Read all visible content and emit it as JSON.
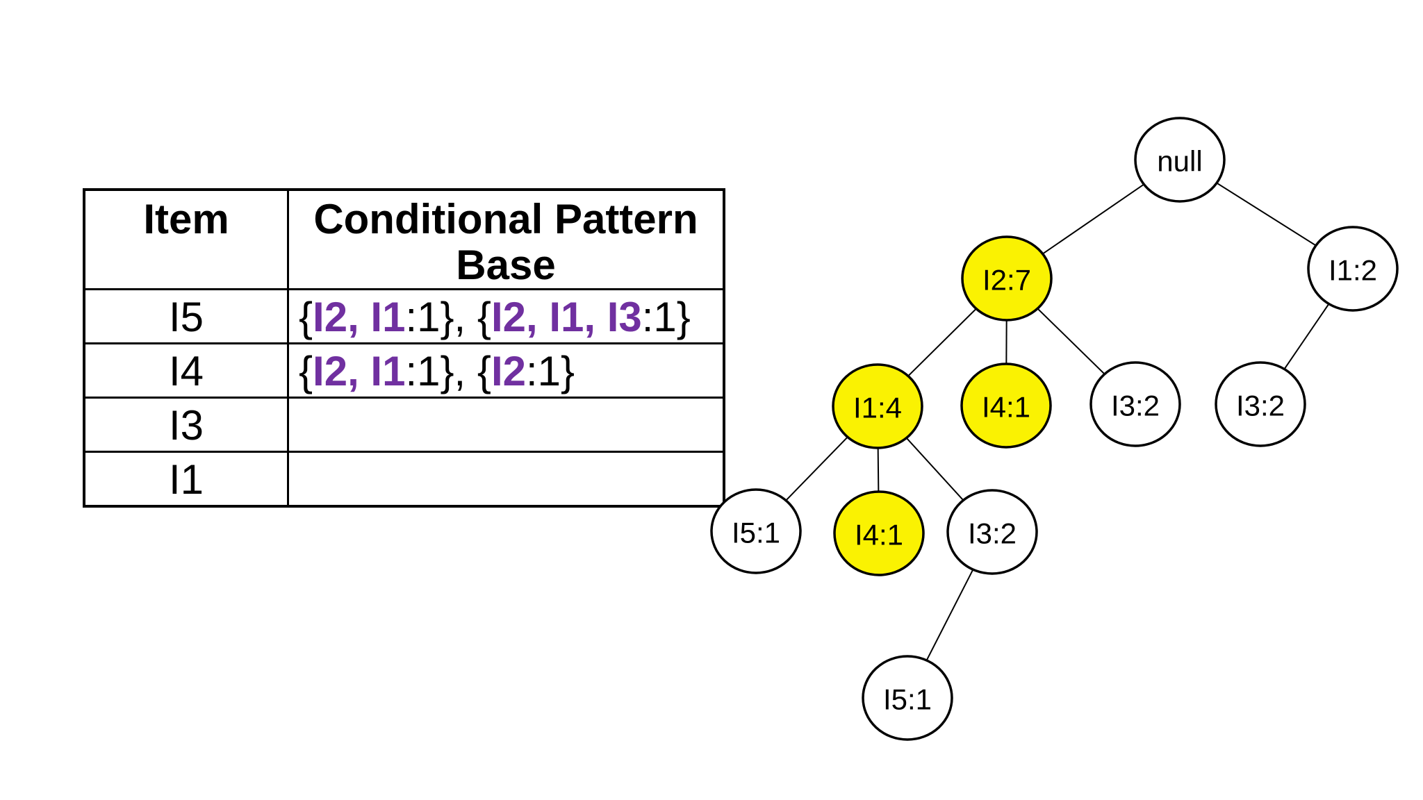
{
  "colors": {
    "highlight_yellow": "#FAF202",
    "node_white": "#FFFFFF",
    "purple_item": "#7030A0",
    "line_black": "#000000"
  },
  "table": {
    "headers": {
      "item": "Item",
      "cpb": "Conditional Pattern Base"
    },
    "rows": [
      {
        "item": "I5",
        "pattern_text": "{I2, I1:1}, {I2, I1, I3:1}",
        "pattern": [
          {
            "t": "{"
          },
          {
            "t": "I2, I1"
          },
          {
            "t": ":1}, {"
          },
          {
            "t": "I2, I1, I3"
          },
          {
            "t": ":1}"
          }
        ]
      },
      {
        "item": "I4",
        "pattern_text": "{I2, I1:1}, {I2:1}",
        "pattern": [
          {
            "t": "{"
          },
          {
            "t": "I2, I1"
          },
          {
            "t": ":1}, {"
          },
          {
            "t": "I2"
          },
          {
            "t": ":1}"
          }
        ]
      },
      {
        "item": "I3",
        "pattern_text": "",
        "pattern": []
      },
      {
        "item": "I1",
        "pattern_text": "",
        "pattern": []
      }
    ]
  },
  "tree": {
    "nodes": [
      {
        "id": "root",
        "label": "null",
        "fill": "#FFFFFF",
        "highlighted": false
      },
      {
        "id": "i2-7",
        "label": "I2:7",
        "fill": "#FAF202",
        "highlighted": true
      },
      {
        "id": "i1-2",
        "label": "I1:2",
        "fill": "#FFFFFF",
        "highlighted": false
      },
      {
        "id": "i1-4",
        "label": "I1:4",
        "fill": "#FAF202",
        "highlighted": true
      },
      {
        "id": "i4-1-mid",
        "label": "I4:1",
        "fill": "#FAF202",
        "highlighted": true
      },
      {
        "id": "i3-2-mid",
        "label": "I3:2",
        "fill": "#FFFFFF",
        "highlighted": false
      },
      {
        "id": "i3-2-right",
        "label": "I3:2",
        "fill": "#FFFFFF",
        "highlighted": false
      },
      {
        "id": "i5-1-left",
        "label": "I5:1",
        "fill": "#FFFFFF",
        "highlighted": false
      },
      {
        "id": "i4-1-lower",
        "label": "I4:1",
        "fill": "#FAF202",
        "highlighted": true
      },
      {
        "id": "i3-2-lower",
        "label": "I3:2",
        "fill": "#FFFFFF",
        "highlighted": false
      },
      {
        "id": "i5-1-bottom",
        "label": "I5:1",
        "fill": "#FFFFFF",
        "highlighted": false
      }
    ],
    "edges": [
      [
        "root",
        "i2-7"
      ],
      [
        "root",
        "i1-2"
      ],
      [
        "i2-7",
        "i1-4"
      ],
      [
        "i2-7",
        "i4-1-mid"
      ],
      [
        "i2-7",
        "i3-2-mid"
      ],
      [
        "i1-2",
        "i3-2-right"
      ],
      [
        "i1-4",
        "i5-1-left"
      ],
      [
        "i1-4",
        "i4-1-lower"
      ],
      [
        "i1-4",
        "i3-2-lower"
      ],
      [
        "i3-2-lower",
        "i5-1-bottom"
      ]
    ]
  }
}
